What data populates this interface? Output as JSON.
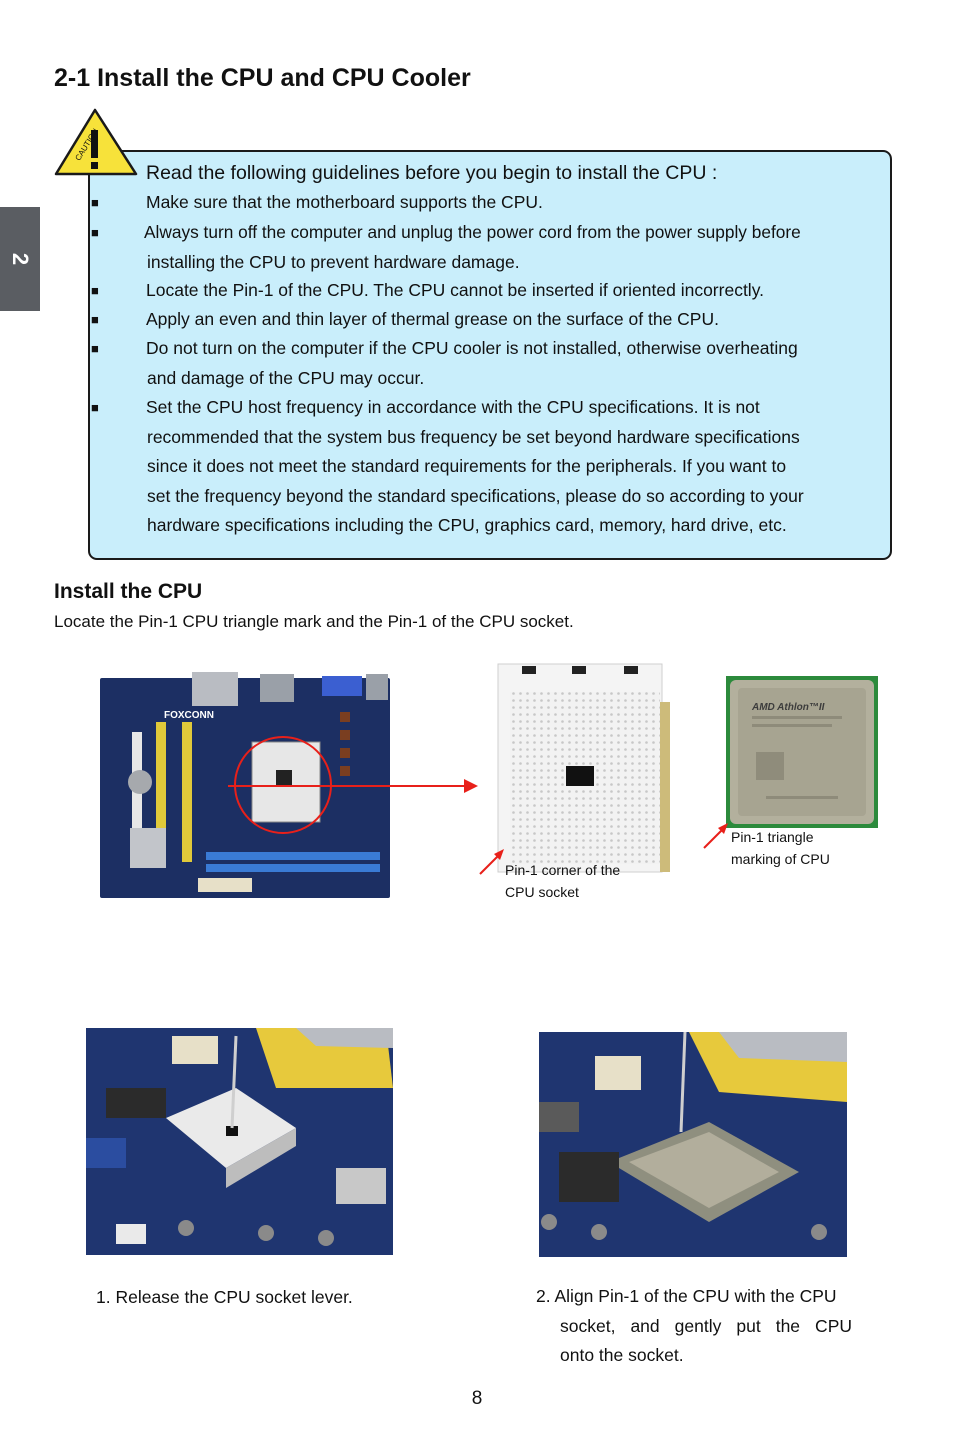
{
  "side_tab": {
    "chapter": "2"
  },
  "section": {
    "title": "2-1 Install the CPU and CPU Cooler"
  },
  "caution": {
    "icon_label": "CAUTION",
    "intro": "Read the following guidelines before you begin to install the CPU :",
    "items": [
      {
        "bullet": "■",
        "lines": [
          "Make sure that the motherboard supports the CPU."
        ]
      },
      {
        "bullet": "■",
        "lines": [
          "Always turn off the computer and unplug the power cord from the power supply before",
          "installing the CPU to prevent hardware damage."
        ]
      },
      {
        "bullet": "■",
        "lines": [
          "Locate the Pin-1 of the CPU. The CPU cannot be inserted if oriented incorrectly."
        ]
      },
      {
        "bullet": "■",
        "lines": [
          "Apply an even and thin layer of thermal grease on the surface of the CPU."
        ]
      },
      {
        "bullet": "■",
        "lines": [
          "Do not turn on the computer if the CPU cooler is not installed, otherwise overheating",
          "and damage of the CPU may occur."
        ]
      },
      {
        "bullet": "■",
        "lines": [
          "Set the CPU host frequency in accordance with the CPU specifications. It is not",
          "recommended that the system bus frequency be set beyond hardware specifications",
          "since it does not meet the standard requirements for the peripherals. If you want to",
          "set the frequency beyond the standard specifications, please do so according to your",
          "hardware specifications including the CPU, graphics card, memory, hard drive, etc."
        ]
      }
    ]
  },
  "install_cpu": {
    "title": "Install the CPU",
    "description": "Locate the Pin-1 CPU triangle mark and the Pin-1 of the CPU socket."
  },
  "figures": {
    "motherboard_brand": "FOXCONN",
    "cpu_label": "AMD Athlon™II",
    "socket_caption": [
      "Pin-1 corner of the",
      "CPU socket"
    ],
    "cpu_caption": [
      "Pin-1 triangle",
      "marking of CPU"
    ]
  },
  "steps": {
    "step1": [
      "1. Release the CPU socket lever."
    ],
    "step2": [
      "2. Align Pin-1 of the CPU with the CPU",
      "socket, and gently put the CPU",
      "onto the socket."
    ]
  },
  "page_number": "8",
  "colors": {
    "caution_bg": "#c9eefb",
    "caution_icon": "#f7e23a",
    "arrow": "#e8201a",
    "board": "#1c2f63"
  }
}
